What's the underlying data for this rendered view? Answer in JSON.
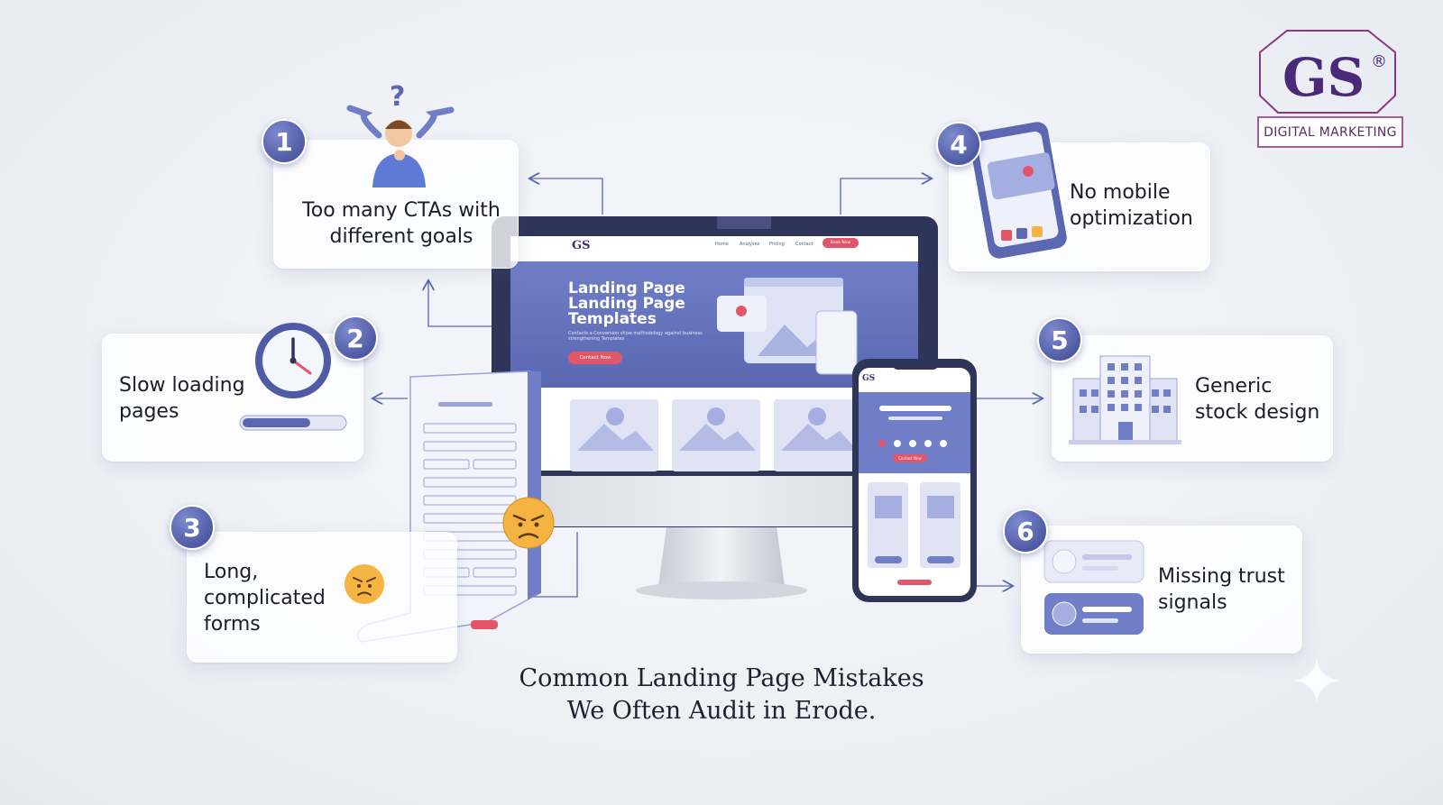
{
  "logo": {
    "mark": "GS",
    "registered": "®",
    "tagline": "DIGITAL MARKETING",
    "colors": {
      "mark": "#4a2a78",
      "border": "#8a3a7a"
    }
  },
  "mistakes": [
    {
      "number": "1",
      "text": "Too many CTAs with\ndifferent goals",
      "icon": "confused-person-icon"
    },
    {
      "number": "2",
      "text": "Slow loading\npages",
      "icon": "clock-icon"
    },
    {
      "number": "3",
      "text": "Long,\ncomplicated\nforms",
      "icon": "angry-face-icon"
    },
    {
      "number": "4",
      "text": "No mobile\noptimization",
      "icon": "phone-icon"
    },
    {
      "number": "5",
      "text": "Generic\nstock design",
      "icon": "building-icon"
    },
    {
      "number": "6",
      "text": "Missing trust\nsignals",
      "icon": "trust-badge-icon"
    }
  ],
  "mockup": {
    "site_logo": "GS",
    "nav": [
      "Home",
      "Analyses",
      "Pricing",
      "Contact"
    ],
    "nav_cta": "Book Now",
    "hero_title": "Landing Page\nLanding Page\nTemplates",
    "hero_sub": "Contacts a Conversion show methodology against business strengthening Templates",
    "hero_button": "Contact Now",
    "phone_logo": "GS",
    "phone_button": "Contact Now"
  },
  "footer": {
    "title": "Common Landing Page Mistakes\nWe Often Audit in Erode."
  },
  "colors": {
    "accent": "#5b67b1",
    "accent_light": "#8e9ad6",
    "cta": "#e2566a",
    "badge": "#4f5ba4"
  }
}
